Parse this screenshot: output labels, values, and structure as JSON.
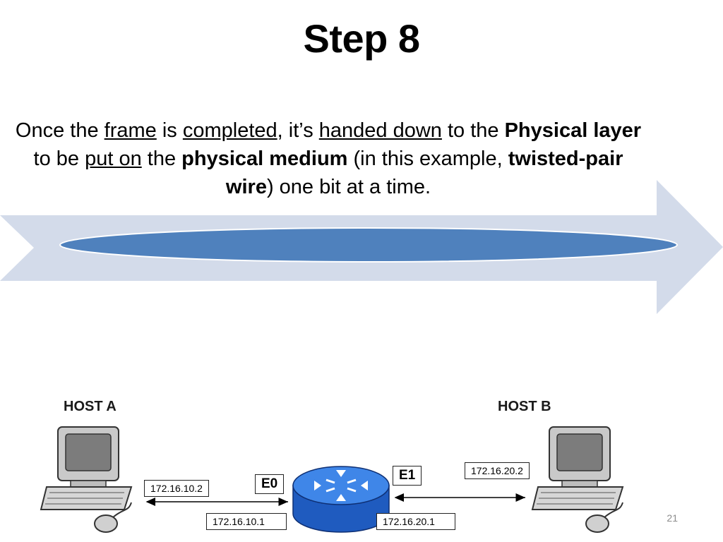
{
  "slide": {
    "title": "Step 8",
    "number": "21"
  },
  "body": {
    "p1": "Once the ",
    "u1": "frame",
    "p2": " is ",
    "u2": "completed",
    "p3": ", it’s ",
    "u3": "handed down",
    "p4": " to the ",
    "b1": "Physical layer",
    "p5": " to be ",
    "u4": "put on",
    "p6": " the ",
    "b2": "physical medium",
    "p7": " (in this example, ",
    "b3": "twisted-pair wire",
    "p8": ") one bit at a time."
  },
  "network": {
    "host_a": "HOST A",
    "host_b": "HOST B",
    "host_a_ip": "172.16.10.2",
    "gateway_a_ip": "172.16.10.1",
    "port_e0": "E0",
    "port_e1": "E1",
    "gateway_b_ip": "172.16.20.1",
    "host_b_ip": "172.16.20.2"
  },
  "colors": {
    "arrow_fill": "#d3dbea",
    "medium_fill": "#4f81bd",
    "router_fill": "#2f6fd6"
  },
  "icons": [
    "computer-icon",
    "router-icon",
    "double-arrow-icon"
  ]
}
